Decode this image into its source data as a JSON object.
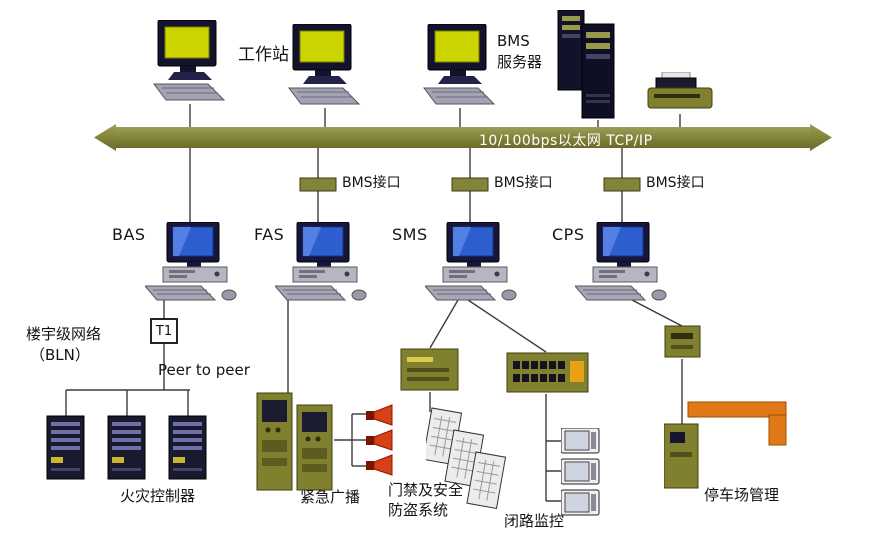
{
  "top": {
    "workstation_label": "工作站",
    "server_label_line1": "BMS",
    "server_label_line2": "服务器"
  },
  "bus": {
    "label": "10/100bps以太网  TCP/IP"
  },
  "interface_badge": {
    "label": "BMS接口"
  },
  "systems": {
    "bas": "BAS",
    "fas": "FAS",
    "sms": "SMS",
    "cps": "CPS"
  },
  "bas_branch": {
    "network_label_line1": "楼宇级网络",
    "network_label_line2": "（BLN）",
    "t1_label": "T1",
    "peer_label": "Peer to peer",
    "device_label": "火灾控制器"
  },
  "fas_branch": {
    "device_label": "紧急广播"
  },
  "sms_branch": {
    "access_label_line1": "门禁及安全",
    "access_label_line2": "防盗系统",
    "cctv_label": "闭路监控"
  },
  "cps_branch": {
    "device_label": "停车场管理"
  },
  "colors": {
    "olive": "#80802f",
    "bus_olive": "#83843a",
    "barrier_orange": "#e07818",
    "speaker_red": "#d84018",
    "screen_yellow": "#ccd400",
    "screen_blue": "#2e5fd0"
  },
  "icons": [
    "workstation-icon",
    "server-icon",
    "printer-icon",
    "desktop-pc-icon",
    "controller-cabinet-icon",
    "broadcast-cabinet-icon",
    "horn-speaker-icon",
    "dvr-panel-icon",
    "control-console-icon",
    "card-reader-icon",
    "cctv-monitor-icon",
    "junction-box-icon",
    "parking-barrier-icon",
    "ethernet-bus-arrow"
  ]
}
